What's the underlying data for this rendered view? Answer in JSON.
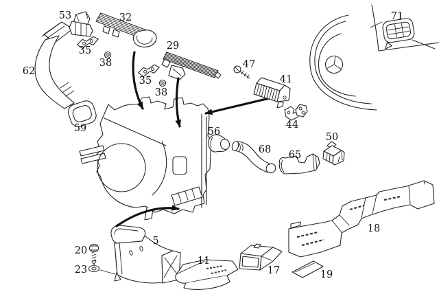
{
  "diagram": {
    "type": "exploded-parts-diagram",
    "subject": "vehicle air ducting / heater box assembly with steering wheel reference",
    "background_color": "#ffffff",
    "line_color": "#222222",
    "label_color": "#111111",
    "labels": [
      {
        "text": "53"
      },
      {
        "text": "32"
      },
      {
        "text": "35"
      },
      {
        "text": "38"
      },
      {
        "text": "62"
      },
      {
        "text": "59"
      },
      {
        "text": "29"
      },
      {
        "text": "35"
      },
      {
        "text": "38"
      },
      {
        "text": "47"
      },
      {
        "text": "41"
      },
      {
        "text": "44"
      },
      {
        "text": "71"
      },
      {
        "text": "56"
      },
      {
        "text": "68"
      },
      {
        "text": "65"
      },
      {
        "text": "50"
      },
      {
        "text": "20"
      },
      {
        "text": "23"
      },
      {
        "text": "5"
      },
      {
        "text": "11"
      },
      {
        "text": "17"
      },
      {
        "text": "19"
      },
      {
        "text": "18"
      }
    ]
  }
}
